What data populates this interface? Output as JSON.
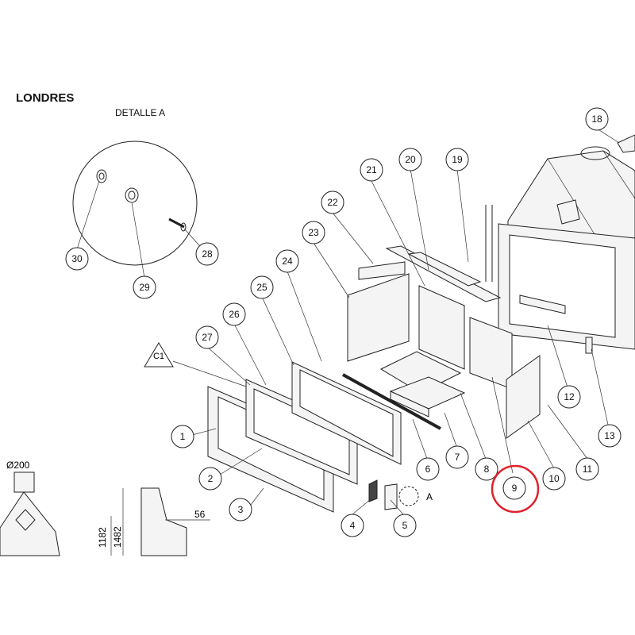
{
  "title": "LONDRES",
  "detail_title": "DETALLE A",
  "callouts": [
    "1",
    "2",
    "3",
    "4",
    "5",
    "6",
    "7",
    "8",
    "9",
    "10",
    "11",
    "12",
    "13",
    "18",
    "19",
    "20",
    "21",
    "22",
    "23",
    "24",
    "25",
    "26",
    "27",
    "28",
    "29",
    "30"
  ],
  "c1_label": "C1",
  "a_label": "A",
  "dimensions": {
    "diameter": "Ø200",
    "width": "56",
    "height1": "1182",
    "height2": "1482"
  },
  "highlight": {
    "callout": "9",
    "color": "#e0202a"
  }
}
